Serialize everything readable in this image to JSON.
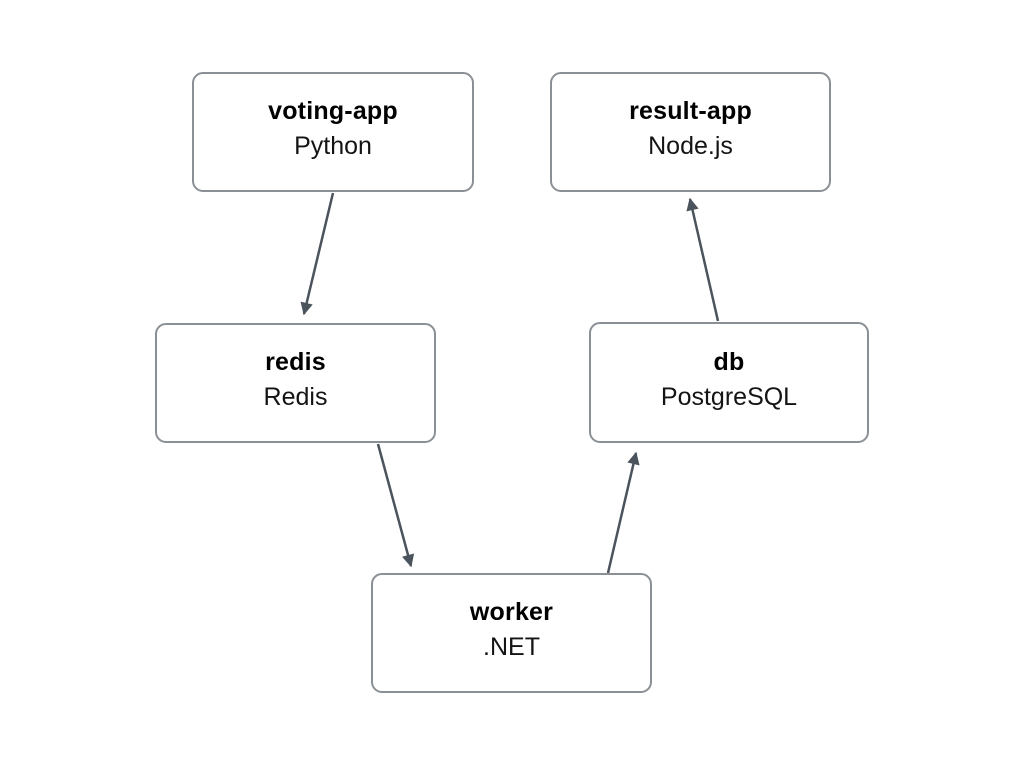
{
  "colors": {
    "background": "#ffffff",
    "node-border": "#8b9096",
    "node-fill": "#ffffff",
    "arrow": "#4b535c",
    "title-text": "#000000",
    "subtitle-text": "#141414"
  },
  "diagram": {
    "type": "service-architecture",
    "nodes": [
      {
        "id": "voting-app",
        "title": "voting-app",
        "subtitle": "Python"
      },
      {
        "id": "result-app",
        "title": "result-app",
        "subtitle": "Node.js"
      },
      {
        "id": "redis",
        "title": "redis",
        "subtitle": "Redis"
      },
      {
        "id": "db",
        "title": "db",
        "subtitle": "PostgreSQL"
      },
      {
        "id": "worker",
        "title": "worker",
        "subtitle": ".NET"
      }
    ],
    "edges": [
      {
        "from": "voting-app",
        "to": "redis"
      },
      {
        "from": "redis",
        "to": "worker"
      },
      {
        "from": "worker",
        "to": "db"
      },
      {
        "from": "db",
        "to": "result-app"
      }
    ]
  }
}
